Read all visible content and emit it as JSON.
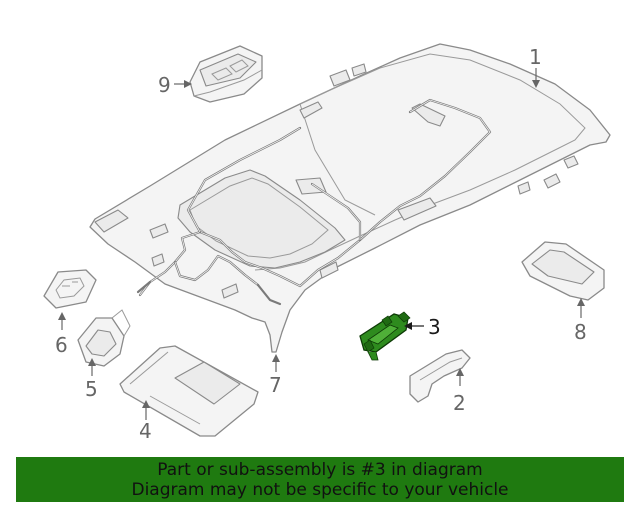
{
  "callouts": [
    {
      "label": "1"
    },
    {
      "label": "2"
    },
    {
      "label": "3"
    },
    {
      "label": "4"
    },
    {
      "label": "5"
    },
    {
      "label": "6"
    },
    {
      "label": "7"
    },
    {
      "label": "8"
    },
    {
      "label": "9"
    }
  ],
  "highlight": {
    "part": "3",
    "color": "#2e8b1e"
  },
  "banner": {
    "line1": "Part or sub-assembly is #3 in diagram",
    "line2": "Diagram may not be specific to your vehicle",
    "color": "#1f7a10"
  }
}
